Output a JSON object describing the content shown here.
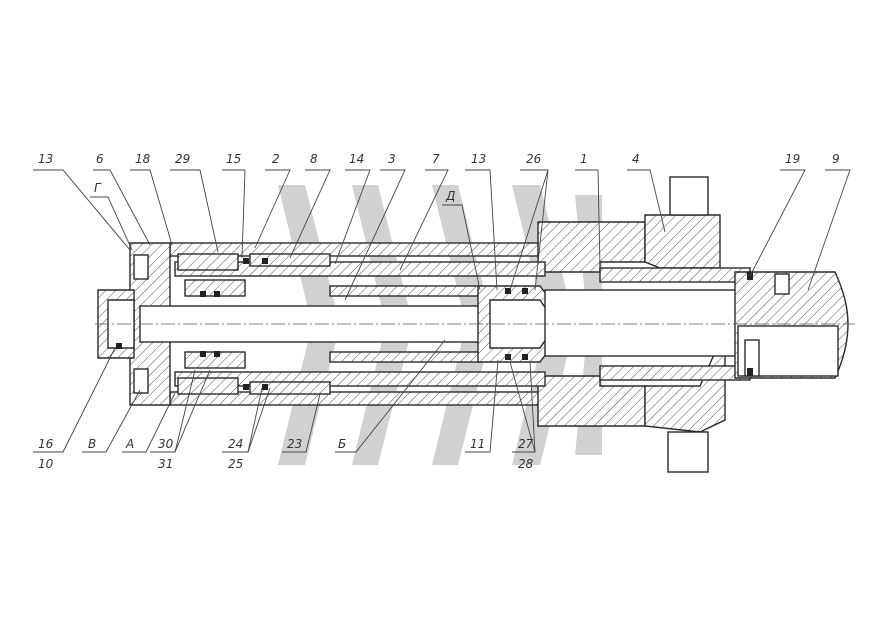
{
  "labels_top": [
    "13",
    "6",
    "18",
    "29",
    "15",
    "2",
    "8",
    "14",
    "3",
    "7",
    "13",
    "26",
    "1",
    "4",
    "19",
    "9"
  ],
  "labels_mid": [
    "Г",
    "Д"
  ],
  "labels_bottom": [
    "16",
    "10",
    "В",
    "А",
    "30",
    "31",
    "24",
    "25",
    "23",
    "Б",
    "11",
    "27",
    "28"
  ]
}
